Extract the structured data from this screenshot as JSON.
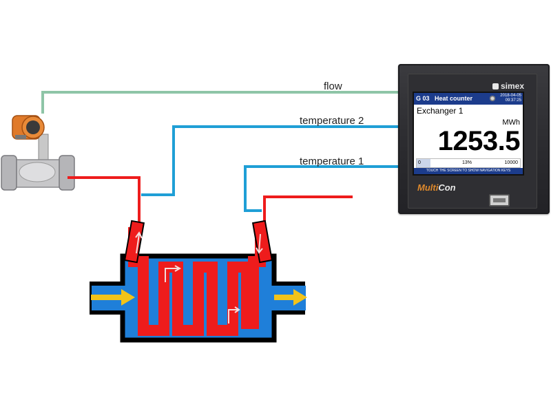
{
  "wires": {
    "flow": "flow",
    "temperature_2": "temperature 2",
    "temperature_1": "temperature 1"
  },
  "device": {
    "brand": "simex",
    "product_name": "Multi",
    "product_suffix": "Con",
    "screen": {
      "group_id": "G 03",
      "title": "Heat counter",
      "date": "2018-04-05",
      "time": "09:37:25",
      "channel_name": "Exchanger 1",
      "unit": "MWh",
      "value": "1253.5",
      "bar_min": "0",
      "bar_percent_label": "13%",
      "bar_max": "10000",
      "bar_fraction": 0.13,
      "footer_hint": "TOUCH THE SCREEN TO SHOW NAVIGATION KEYS"
    }
  },
  "colors": {
    "flow_wire": "#8ec5a7",
    "temperature_wire": "#1f9fd6",
    "hot_pipe": "#ee1c1c",
    "cold_water": "#1f7fd9",
    "flow_arrow": "#f2c31a",
    "screen_header": "#1c3c8c"
  }
}
